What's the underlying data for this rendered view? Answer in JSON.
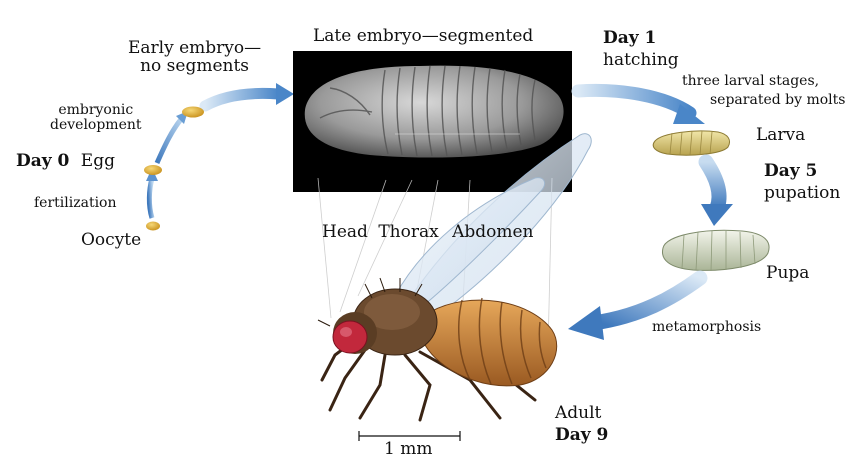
{
  "title": "",
  "stages": {
    "oocyte": "Oocyte",
    "fertilization": "fertilization",
    "day0": "Day 0",
    "egg": "Egg",
    "embryonic_development_1": "embryonic",
    "embryonic_development_2": "development",
    "early_embryo_1": "Early embryo—",
    "early_embryo_2": "no segments",
    "late_embryo": "Late embryo—segmented",
    "day1": "Day 1",
    "hatching": "hatching",
    "larval_stages_1": "three larval stages,",
    "larval_stages_2": "separated by molts",
    "larva": "Larva",
    "day5": "Day 5",
    "pupation": "pupation",
    "pupa": "Pupa",
    "metamorphosis": "metamorphosis",
    "adult": "Adult",
    "day9": "Day 9"
  },
  "segments": {
    "head": "Head",
    "thorax": "Thorax",
    "abdomen": "Abdomen"
  },
  "scale_bar": "1 mm",
  "colors": {
    "arrow_blue": "#4a86c8",
    "arrow_light": "#b9d5ef",
    "egg_yellow": "#e3b431",
    "larva_yellow": "#dcc877",
    "pupa_green": "#d6ddc2",
    "fly_eye_red": "#c2283c",
    "fly_abdomen": "#c9853e",
    "embryo_bg": "#000000",
    "embryo_grey": "#9a9a9a"
  }
}
